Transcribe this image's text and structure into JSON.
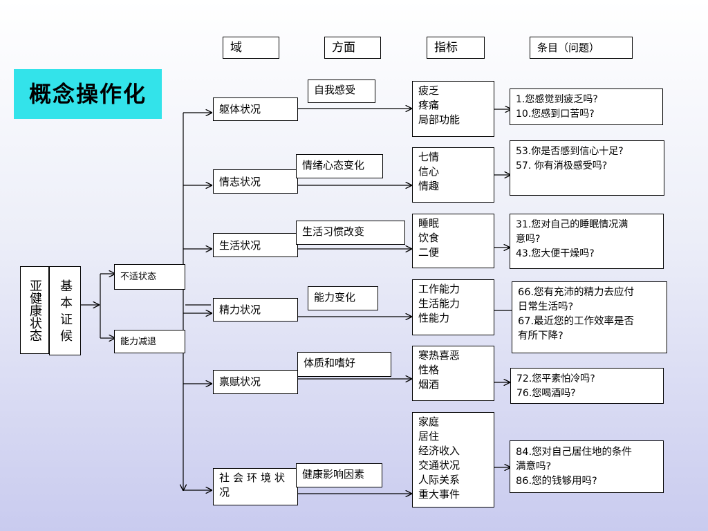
{
  "title": "概念操作化",
  "headers": {
    "domain": "域",
    "aspect": "方面",
    "indicator": "指标",
    "item": "条目（问题）"
  },
  "subhealth": "亚健康状态",
  "basic": "基本证候",
  "states": [
    "不适状态",
    "能力减退"
  ],
  "domains": [
    {
      "name": "躯体状况",
      "aspect": "自我感受",
      "indicators": [
        "疲乏",
        "疼痛",
        "局部功能"
      ],
      "items": [
        "1.您感觉到疲乏吗?",
        "10.您感到口苦吗?"
      ]
    },
    {
      "name": "情志状况",
      "aspect": "情绪心态变化",
      "indicators": [
        "七情",
        "信心",
        "情趣"
      ],
      "items": [
        "53.你是否感到信心十足?",
        "57. 你有消极感受吗?"
      ]
    },
    {
      "name": "生活状况",
      "aspect": "生活习惯改变",
      "indicators": [
        "睡眠",
        "饮食",
        "二便"
      ],
      "items": [
        "31.您对自己的睡眠情况满",
        "意吗?",
        "43.您大便干燥吗?"
      ]
    },
    {
      "name": "精力状况",
      "aspect": "能力变化",
      "indicators": [
        "工作能力",
        "生活能力",
        "性能力"
      ],
      "items": [
        "66.您有充沛的精力去应付",
        "日常生活吗?",
        "67.最近您的工作效率是否",
        "有所下降?"
      ]
    },
    {
      "name": "禀赋状况",
      "aspect": "体质和嗜好",
      "indicators": [
        "寒热喜恶",
        "性格",
        "烟酒"
      ],
      "items": [
        "72.您平素怕冷吗?",
        "76.您喝酒吗?"
      ]
    },
    {
      "name": "社会环境状况",
      "aspect": "健康影响因素",
      "indicators": [
        "家庭",
        "居住",
        "经济收入",
        "交通状况",
        "人际关系",
        "重大事件"
      ],
      "items": [
        "84.您对自己居住地的条件",
        "满意吗?",
        "86.您的钱够用吗?"
      ]
    }
  ]
}
